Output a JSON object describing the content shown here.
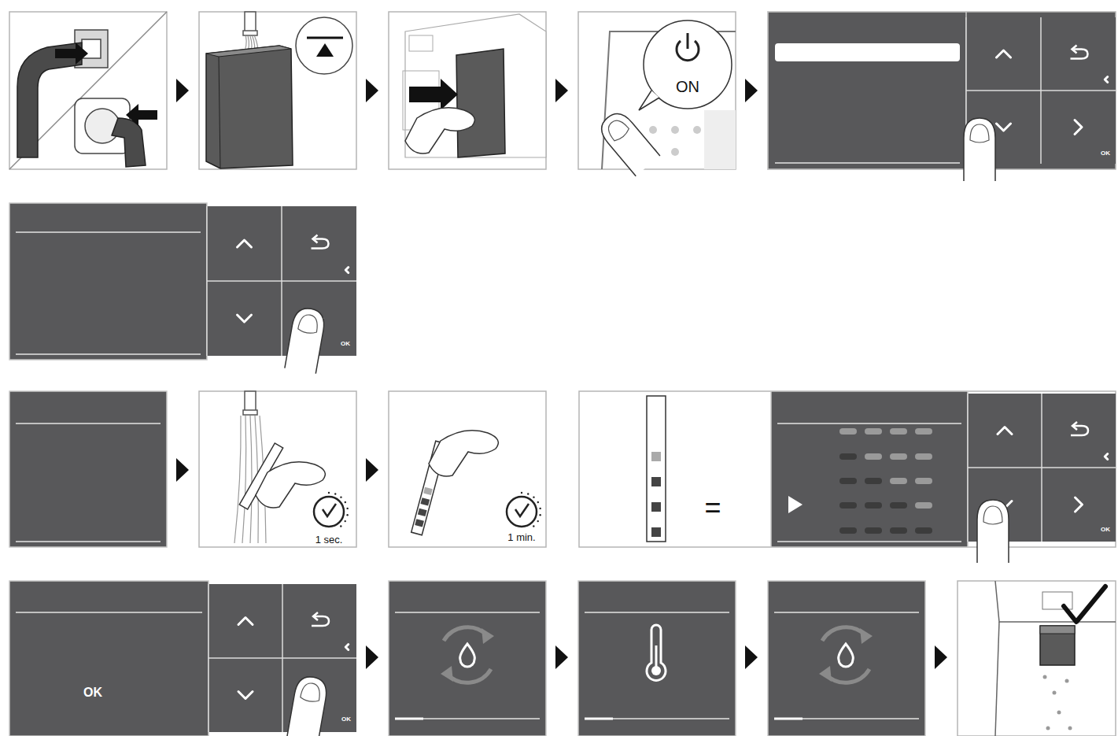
{
  "diagram": {
    "labels": [
      "ON",
      "OK",
      "OK",
      "1 sec.",
      "1 min.",
      "=",
      "OK",
      "OK",
      "OK"
    ]
  }
}
